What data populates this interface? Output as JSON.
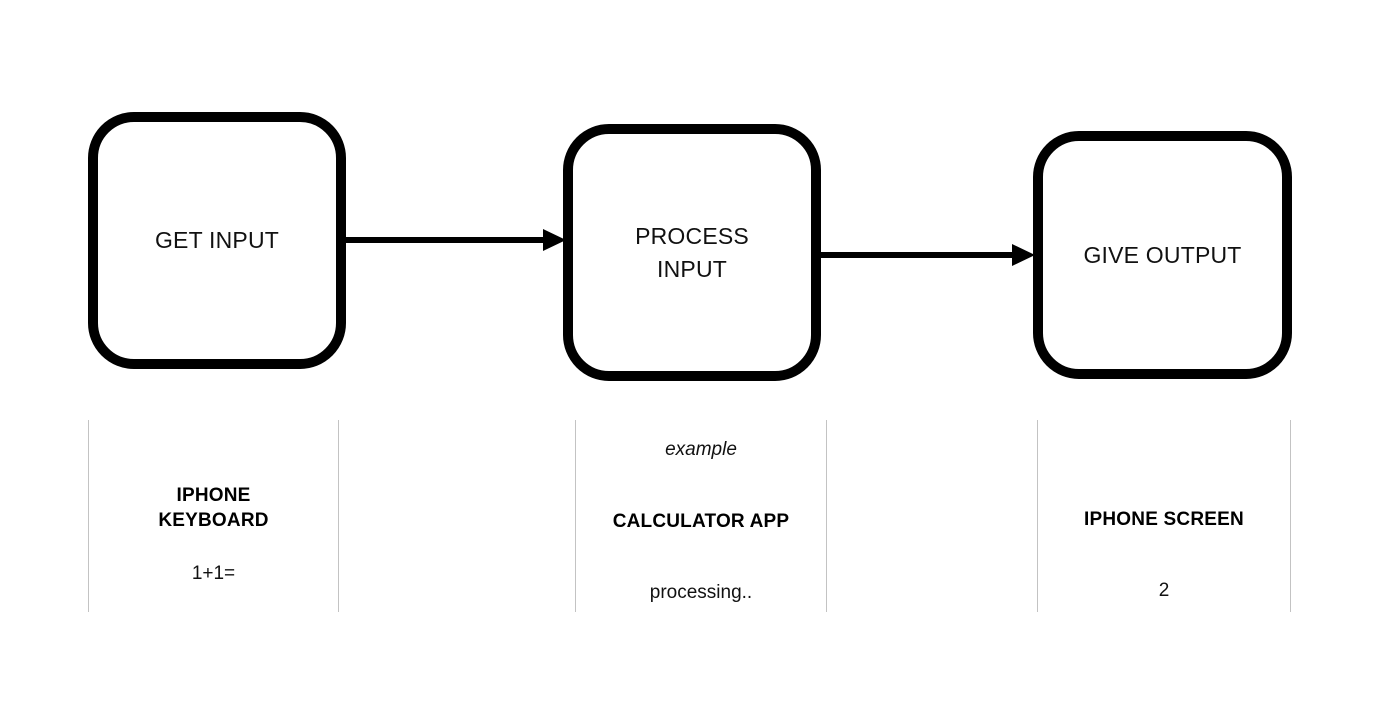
{
  "diagram": {
    "title": "Get Input / Process Input / Give Output flow",
    "stroke_color": "#000000",
    "divider_color": "#c3c3c3",
    "background_color": "#ffffff",
    "steps": [
      {
        "id": "get-input",
        "label": "GET INPUT",
        "annotation": {
          "note": "",
          "title": "IPHONE\nKEYBOARD",
          "value": "1+1="
        }
      },
      {
        "id": "process-input",
        "label": "PROCESS\nINPUT",
        "annotation": {
          "note": "example",
          "title": "CALCULATOR APP",
          "value": "processing.."
        }
      },
      {
        "id": "give-output",
        "label": "GIVE OUTPUT",
        "annotation": {
          "note": "",
          "title": "IPHONE SCREEN",
          "value": "2"
        }
      }
    ],
    "connectors": [
      {
        "id": "arrow-get-to-process",
        "from": "get-input",
        "to": "process-input",
        "icon": "arrow-right-icon"
      },
      {
        "id": "arrow-process-to-give",
        "from": "process-input",
        "to": "give-output",
        "icon": "arrow-right-icon"
      }
    ]
  }
}
